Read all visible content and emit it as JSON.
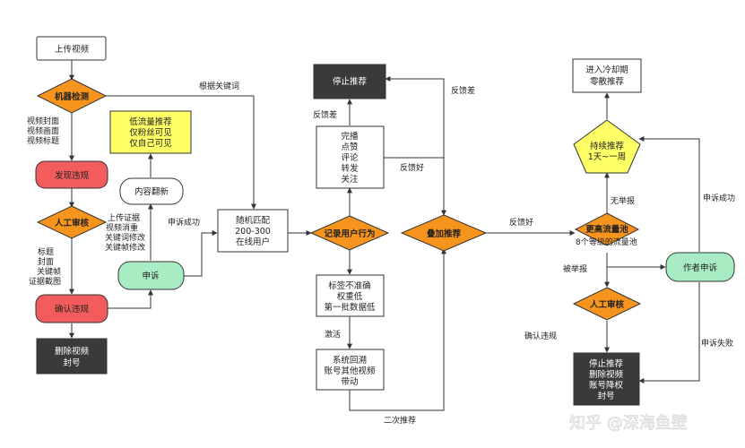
{
  "nodes": {
    "upload": "上传视频",
    "machine_check": "机器检测",
    "cover_group": [
      "视频封面",
      "视频画面",
      "视频标题"
    ],
    "find_violation": "发现违规",
    "manual_review_left": "人工审核",
    "title_group": [
      "标题",
      "封面",
      "关键帧",
      "证据截图"
    ],
    "confirm_violation_left": "确认违规",
    "delete_ban_left": [
      "删除视频",
      "封号"
    ],
    "low_traffic": [
      "低流量推荐",
      "仅粉丝可见",
      "仅自己可见"
    ],
    "content_judge": "内容翻新",
    "upload_evidence": [
      "上传证据",
      "视频消重",
      "关键词修改",
      "关键帧修改"
    ],
    "appeal_left": "申诉",
    "appeal_success_left": "申诉成功",
    "by_keyword": "根据关键词",
    "random_match": [
      "随机匹配",
      "200-300",
      "在线用户"
    ],
    "record_behavior": "记录用户行为",
    "stop_recommend_top": "停止推荐",
    "feedback_bad_top": "反馈差",
    "feedback_bad_mid": "反馈差",
    "complete_group": [
      "完播",
      "点赞",
      "评论",
      "转发",
      "关注"
    ],
    "feedback_good_mid": "反馈好",
    "stack_recommend": "叠加推荐",
    "low_weight": [
      "标签不准确",
      "权重低",
      "第一批数据低"
    ],
    "activate": "激活",
    "system_trace": [
      "系统回溯",
      "账号其他视频",
      "带动"
    ],
    "second_recommend": "二次推荐",
    "feedback_good_right": "反馈好",
    "cooling": [
      "进入冷却期",
      "零散推荐"
    ],
    "continue_recommend": [
      "持续推荐",
      "1天~一周"
    ],
    "no_report": "无举报",
    "higher_pool": "更高流量池",
    "pool_levels": "8个等级的流量池",
    "reported": "被举报",
    "author_appeal": "作者申诉",
    "appeal_success_right": "申诉成功",
    "manual_review_right": "人工审核",
    "confirm_violation_right": "确认违规",
    "appeal_fail": "申诉失败",
    "final_punish": [
      "停止推荐",
      "删除视频",
      "账号降权",
      "封号"
    ]
  },
  "watermark": "知乎 @深海鱼壁",
  "colors": {
    "orange": "#f7941d",
    "red": "#f25c5c",
    "green": "#a8ecc4",
    "yellow": "#ffff66",
    "dark": "#3a3a3a",
    "line": "#333333"
  }
}
